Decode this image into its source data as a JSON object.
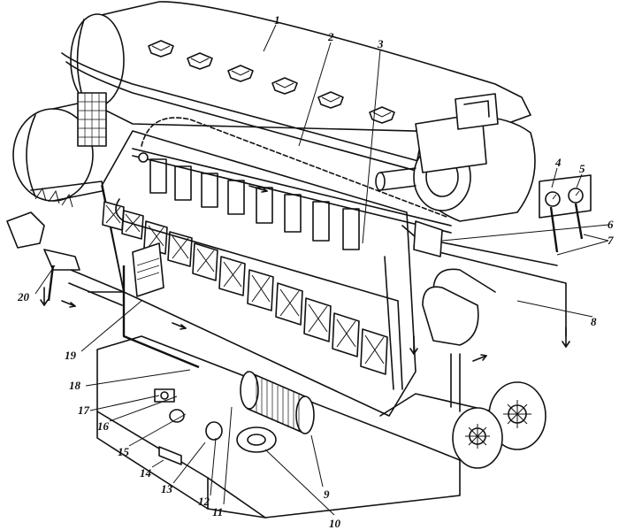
{
  "diagram": {
    "callouts": [
      {
        "id": "1",
        "text": "1"
      },
      {
        "id": "2",
        "text": "2"
      },
      {
        "id": "3",
        "text": "3"
      },
      {
        "id": "4",
        "text": "4"
      },
      {
        "id": "5",
        "text": "5"
      },
      {
        "id": "6",
        "text": "6"
      },
      {
        "id": "7",
        "text": "7"
      },
      {
        "id": "8",
        "text": "8"
      },
      {
        "id": "9",
        "text": "9"
      },
      {
        "id": "10",
        "text": "10"
      },
      {
        "id": "11",
        "text": "11"
      },
      {
        "id": "12",
        "text": "12"
      },
      {
        "id": "13",
        "text": "13"
      },
      {
        "id": "14",
        "text": "14"
      },
      {
        "id": "15",
        "text": "15"
      },
      {
        "id": "16",
        "text": "16"
      },
      {
        "id": "17",
        "text": "17"
      },
      {
        "id": "18",
        "text": "18"
      },
      {
        "id": "19",
        "text": "19"
      },
      {
        "id": "20",
        "text": "20"
      }
    ],
    "line_color": "#111111",
    "background": "#ffffff"
  }
}
